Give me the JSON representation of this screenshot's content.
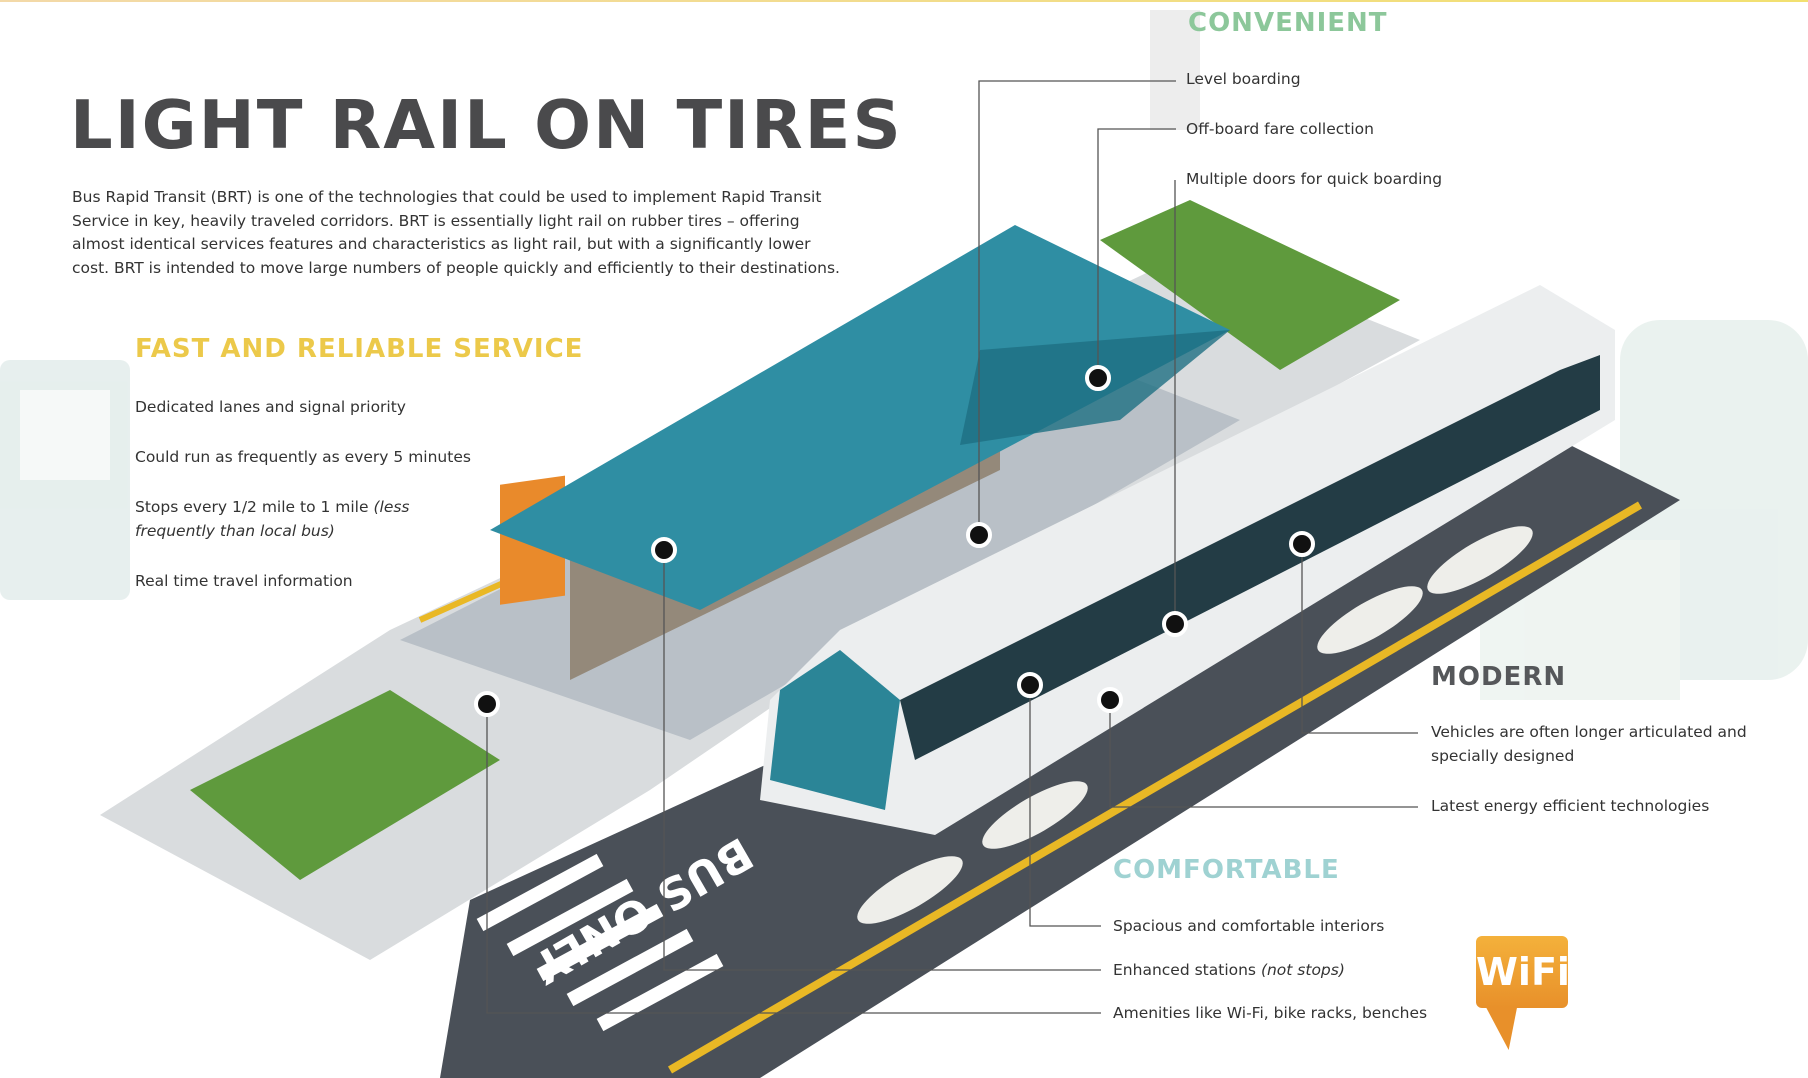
{
  "title": "LIGHT RAIL ON TIRES",
  "intro": "Bus Rapid Transit (BRT) is one of the technologies that could be used to implement Rapid Transit Service in key, heavily traveled corridors.  BRT is essentially light rail on rubber tires – offering almost identical services features and characteristics as light rail, but with a significantly lower cost.  BRT is intended to move large numbers of people quickly and efficiently to their destinations.",
  "fast": {
    "heading": "FAST AND RELIABLE SERVICE",
    "items": [
      {
        "text": "Dedicated lanes and signal priority"
      },
      {
        "text": "Could run as frequently as every 5 minutes"
      },
      {
        "text": "Stops every 1/2 mile to 1 mile ",
        "note": "(less frequently than local bus)"
      },
      {
        "text": "Real time travel information"
      }
    ]
  },
  "convenient": {
    "heading": "CONVENIENT",
    "items": [
      "Level boarding",
      "Off-board fare collection",
      "Multiple doors for quick boarding"
    ]
  },
  "modern": {
    "heading": "MODERN",
    "items": [
      "Vehicles are often longer articulated and specially designed",
      "Latest energy efficient technologies"
    ]
  },
  "comfortable": {
    "heading": "COMFORTABLE",
    "items": [
      {
        "text": "Spacious and comfortable interiors"
      },
      {
        "text": "Enhanced stations ",
        "note": "(not stops)"
      },
      {
        "text": "Amenities like Wi-Fi, bike racks, benches"
      }
    ]
  },
  "road_marking": "BUS ONLY",
  "wifi_badge": "WiFi",
  "colors": {
    "fast": "#ecc94a",
    "convenient": "#8cc79a",
    "modern": "#55575a",
    "comfortable": "#9fd2d2",
    "roof": "#2f8ea3",
    "road": "#4a5058",
    "wifi": "#f0a033"
  }
}
